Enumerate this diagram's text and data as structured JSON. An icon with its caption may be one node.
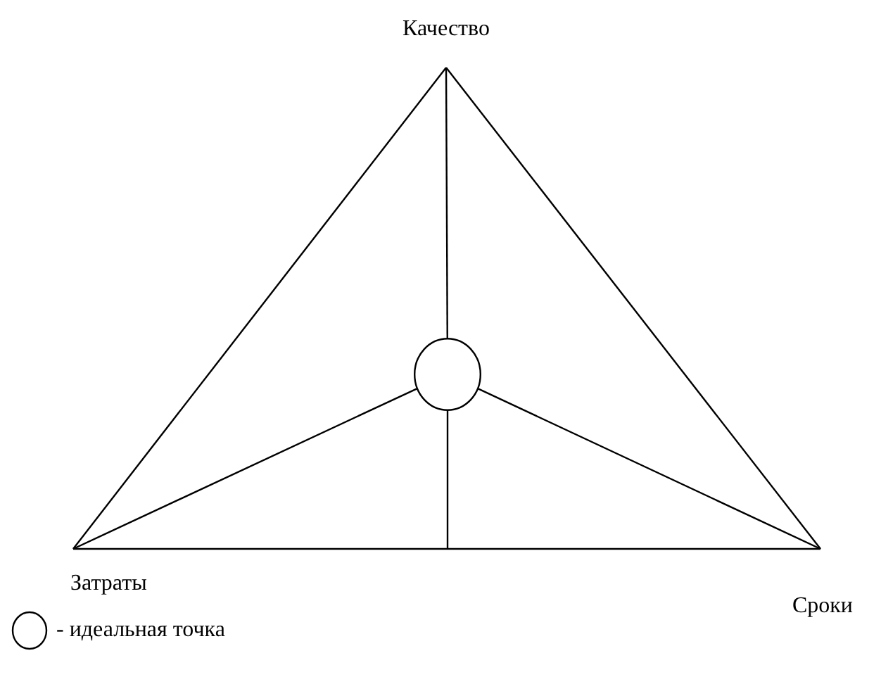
{
  "diagram": {
    "nodes": [
      {
        "text": [
          "Качество"
        ]
      },
      {
        "text": [
          "Затраты"
        ]
      },
      {
        "text": [
          "Сроки"
        ]
      },
      {
        "text": [],
        "shape": "circle"
      }
    ],
    "edges": [
      {
        "from": 0,
        "to": 1,
        "arrow": "none"
      },
      {
        "from": 0,
        "to": 2,
        "arrow": "none"
      },
      {
        "from": 1,
        "to": 2,
        "arrow": "none"
      },
      {
        "from": 0,
        "to": 3,
        "arrow": "none"
      },
      {
        "from": 3,
        "to": 1,
        "arrow": "none"
      },
      {
        "from": 3,
        "to": 2,
        "arrow": "none"
      },
      {
        "from": 3,
        "to": null,
        "arrow": "none"
      }
    ],
    "legend": [
      {
        "text": "- идеальная точка"
      }
    ]
  }
}
